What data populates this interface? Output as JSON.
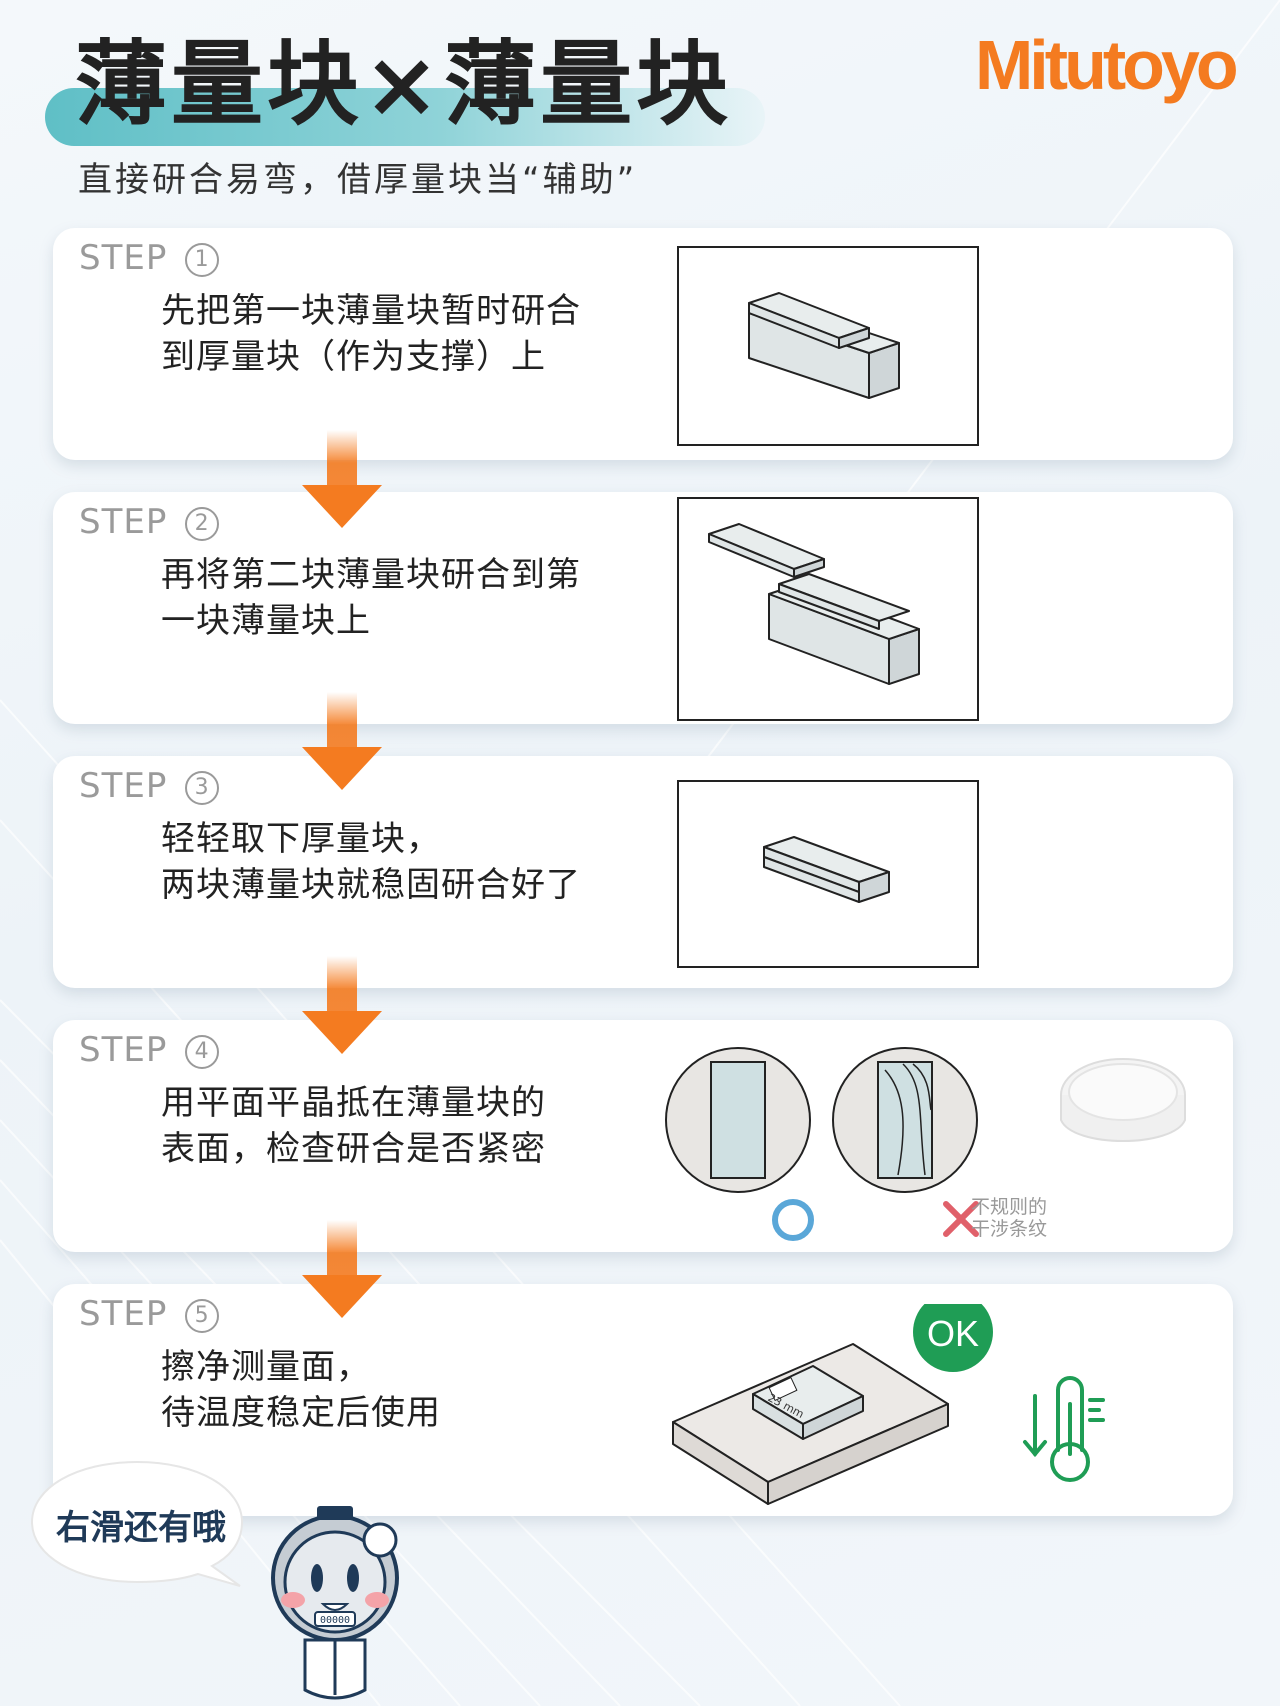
{
  "header": {
    "title": "薄量块×薄量块",
    "subtitle": "直接研合易弯，借厚量块当“辅助”",
    "logo": "Mitutoyo"
  },
  "colors": {
    "accent": "#f47b20",
    "teal": "#5fbfc6",
    "ok_green": "#1f9d55",
    "good_blue": "#5aa7d8",
    "bad_red": "#e0606a"
  },
  "steps": [
    {
      "label": "STEP",
      "number": "1",
      "lines": [
        "先把第一块薄量块暂时研合",
        "到厚量块（作为支撑）上"
      ]
    },
    {
      "label": "STEP",
      "number": "2",
      "lines": [
        "再将第二块薄量块研合到第",
        "一块薄量块上"
      ]
    },
    {
      "label": "STEP",
      "number": "3",
      "lines": [
        "轻轻取下厚量块，",
        "两块薄量块就稳固研合好了"
      ]
    },
    {
      "label": "STEP",
      "number": "4",
      "lines": [
        "用平面平晶抵在薄量块的",
        "表面，检查研合是否紧密"
      ]
    },
    {
      "label": "STEP",
      "number": "5",
      "lines": [
        "擦净测量面，",
        "待温度稳定后使用"
      ]
    }
  ],
  "step4_extra": {
    "note_lines": [
      "不规则的",
      "干涉条纹"
    ]
  },
  "step5_extra": {
    "ok_label": "OK",
    "block_text": "23 mm"
  },
  "bubble": {
    "text": "右滑还有哦"
  },
  "mascot": {
    "badge": "00000"
  },
  "icons": [
    "arrow-down-icon",
    "circle-ok-icon",
    "cross-ng-icon",
    "thermometer-icon",
    "optical-flat-icon"
  ]
}
